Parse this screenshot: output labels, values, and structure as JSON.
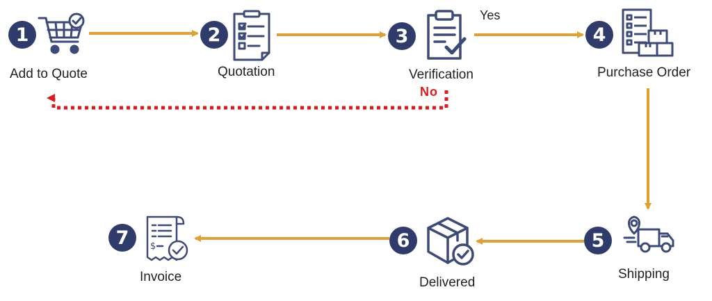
{
  "steps": [
    {
      "number": "1",
      "label": "Add to Quote",
      "icon": "shopping-cart-check-icon"
    },
    {
      "number": "2",
      "label": "Quotation",
      "icon": "checklist-document-icon"
    },
    {
      "number": "3",
      "label": "Verification",
      "icon": "clipboard-check-icon"
    },
    {
      "number": "4",
      "label": "Purchase Order",
      "icon": "order-list-boxes-icon"
    },
    {
      "number": "5",
      "label": "Shipping",
      "icon": "delivery-truck-icon"
    },
    {
      "number": "6",
      "label": "Delivered",
      "icon": "package-check-icon"
    },
    {
      "number": "7",
      "label": "Invoice",
      "icon": "receipt-check-icon"
    }
  ],
  "branches": {
    "yes": "Yes",
    "no": "No"
  },
  "colors": {
    "badge": "#2f3b6b",
    "arrow": "#e0a132",
    "reject": "#e0191c",
    "icon": "#3b4a78"
  }
}
